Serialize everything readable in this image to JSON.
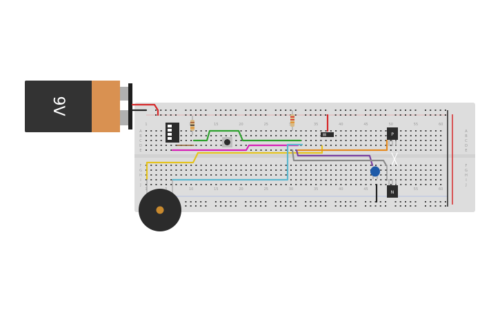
{
  "battery": {
    "label": "9V",
    "body_color": "#333333",
    "band_color": "#d99151"
  },
  "breadboard": {
    "column_labels": [
      "1",
      "5",
      "10",
      "15",
      "20",
      "25",
      "30",
      "35",
      "40",
      "45",
      "50",
      "55",
      "60"
    ],
    "row_labels_top": [
      "A",
      "B",
      "C",
      "D",
      "E"
    ],
    "row_labels_bottom": [
      "F",
      "G",
      "H",
      "I",
      "J"
    ],
    "color": "#dddddd"
  },
  "components": {
    "transistor_p_label": "P",
    "transistor_n_label": "N",
    "dip_switch_count": 4,
    "resistor_count": 2
  },
  "wire_colors": {
    "red": "#d62728",
    "green": "#2ca02c",
    "magenta": "#d61fb6",
    "yellow": "#e5c31e",
    "cyan": "#5bb8cf",
    "purple": "#7a3fa0",
    "gray": "#8a8a8a",
    "orange": "#e58a1e",
    "black": "#222222"
  }
}
